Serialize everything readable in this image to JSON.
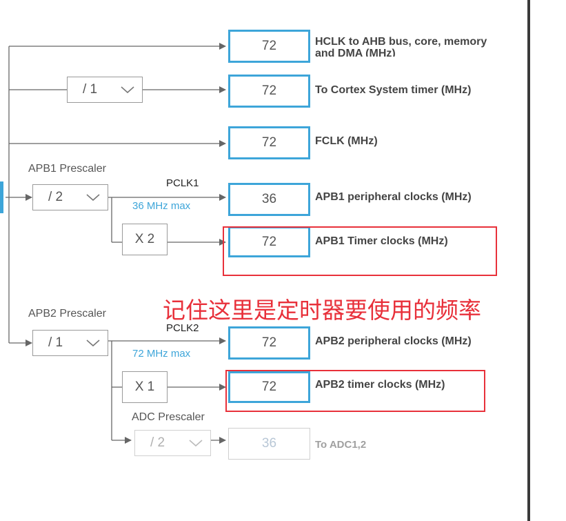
{
  "outputs": [
    {
      "id": "hclk",
      "value": "72",
      "label": "HCLK to AHB bus, core, memory and DMA (MHz)"
    },
    {
      "id": "cortex",
      "value": "72",
      "label": "To Cortex System timer (MHz)"
    },
    {
      "id": "fclk",
      "value": "72",
      "label": "FCLK (MHz)"
    },
    {
      "id": "apb1_periph",
      "value": "36",
      "label": "APB1 peripheral clocks (MHz)"
    },
    {
      "id": "apb1_timer",
      "value": "72",
      "label": "APB1 Timer clocks (MHz)"
    },
    {
      "id": "apb2_periph",
      "value": "72",
      "label": "APB2 peripheral clocks (MHz)"
    },
    {
      "id": "apb2_timer",
      "value": "72",
      "label": "APB2 timer clocks (MHz)"
    },
    {
      "id": "adc",
      "value": "36",
      "label": "To ADC1,2"
    }
  ],
  "selects": {
    "cortex_div": "/ 1",
    "apb1_prescaler": "/ 2",
    "apb2_prescaler": "/ 1",
    "adc_prescaler": "/ 2"
  },
  "multipliers": {
    "apb1_timer": "X 2",
    "apb2_timer": "X 1"
  },
  "captions": {
    "apb1_prescaler": "APB1 Prescaler",
    "apb2_prescaler": "APB2 Prescaler",
    "adc_prescaler": "ADC Prescaler"
  },
  "pclk1": {
    "name": "PCLK1",
    "max": "36 MHz max"
  },
  "pclk2": {
    "name": "PCLK2",
    "max": "72 MHz max"
  },
  "annotation": "记住这里是定时器要使用的频率",
  "colors": {
    "accent": "#3da5d9",
    "highlight": "#e8303a",
    "wire": "#666666"
  },
  "icons": {
    "dropdown": "chevron-down-icon",
    "arrow": "arrow-right-icon"
  }
}
